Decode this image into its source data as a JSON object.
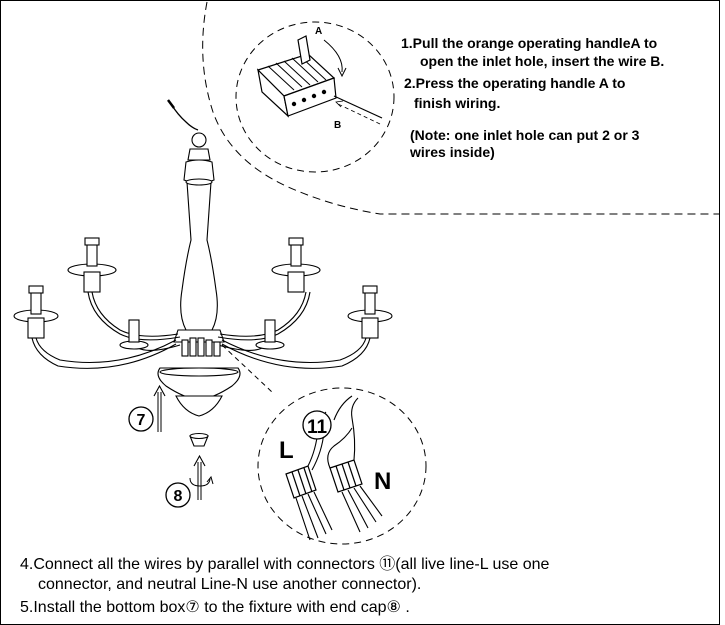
{
  "steps_top": {
    "step1_line1": "1.Pull the orange operating handleA to",
    "step1_line2": "open the inlet hole, insert the wire B.",
    "step2_line1": "2.Press the operating handle A to",
    "step2_line2": "finish wiring.",
    "note_line1": "(Note: one inlet hole can put 2 or 3",
    "note_line2": "wires inside)"
  },
  "connector_labels": {
    "handle": "A",
    "wire": "B"
  },
  "detail_labels": {
    "live": "L",
    "neutral": "N",
    "connector_number": "11"
  },
  "part_labels": {
    "bottom_box": "7",
    "end_cap": "8"
  },
  "steps_bottom": {
    "step4_line1": "4.Connect all the wires by parallel with connectors ⑪(all live line-L use one",
    "step4_line2": "connector,  and neutral Line-N use another connector).",
    "step5": "5.Install the bottom box⑦ to the fixture with end cap⑧ ."
  }
}
